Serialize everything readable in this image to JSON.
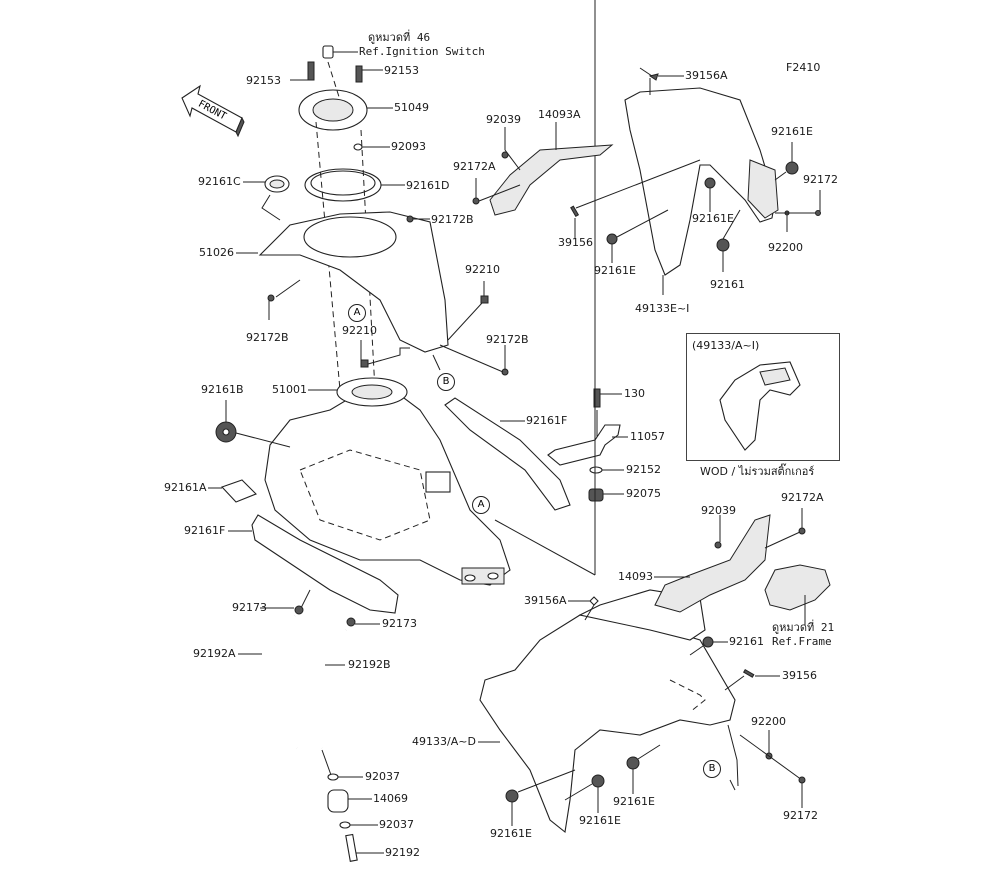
{
  "diagram": {
    "code": "F2410",
    "front_label": "FRONT",
    "refs": {
      "ignition": {
        "thai": "ดูหมวดที่ 46",
        "text": "Ref.Ignition Switch"
      },
      "frame": {
        "thai": "ดูหมวดที่ 21",
        "text": "Ref.Frame"
      }
    },
    "inset": {
      "title": "(49133/A~I)",
      "caption": "WOD / ไม่รวมสติ๊กเกอร์"
    },
    "callouts": [
      "A",
      "B"
    ],
    "labels": {
      "p92153_left": "92153",
      "p92153_right": "92153",
      "p51049": "51049",
      "p92093": "92093",
      "p92161C": "92161C",
      "p92161D": "92161D",
      "p92172B_top": "92172B",
      "p51026": "51026",
      "p92172B_left": "92172B",
      "p92210_right": "92210",
      "p92210_mid": "92210",
      "p92172B_right": "92172B",
      "p51001": "51001",
      "p92161B": "92161B",
      "p92161F_right": "92161F",
      "p92161A": "92161A",
      "p92161F_left": "92161F",
      "p92173_left": "92173",
      "p92173_right": "92173",
      "p92192A": "92192A",
      "p92192B": "92192B",
      "p92037_top": "92037",
      "p14069": "14069",
      "p92037_bottom": "92037",
      "p92192": "92192",
      "p39156A_top": "39156A",
      "p92039_top": "92039",
      "p14093A": "14093A",
      "p92172A_top": "92172A",
      "p92161E_tr": "92161E",
      "p92172_tr": "92172",
      "p39156_top": "39156",
      "p92161E_mid": "92161E",
      "p92161E_low": "92161E",
      "p92200_top": "92200",
      "p92161_top": "92161",
      "p49133E": "49133E~I",
      "p130": "130",
      "p11057": "11057",
      "p92152": "92152",
      "p92075": "92075",
      "p92039_bot": "92039",
      "p92172A_bot": "92172A",
      "p14093": "14093",
      "p39156A_bot": "39156A",
      "p92161_bot": "92161",
      "p39156_bot": "39156",
      "p49133AD": "49133/A~D",
      "p92200_bot": "92200",
      "p92161E_b1": "92161E",
      "p92161E_b2": "92161E",
      "p92161E_b3": "92161E",
      "p92172_bot": "92172"
    }
  }
}
